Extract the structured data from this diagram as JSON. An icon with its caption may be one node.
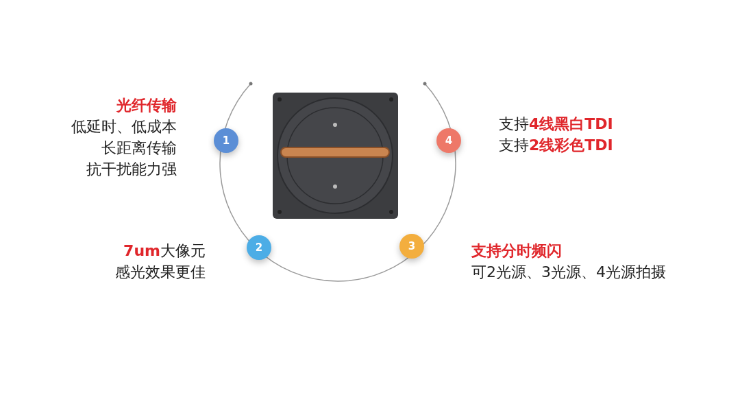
{
  "diagram": {
    "nodes": [
      {
        "text": [
          "1"
        ],
        "beside": [
          "**光纤传输**",
          "低延时、低成本",
          "长距离传输",
          "抗干扰能力强"
        ]
      },
      {
        "text": [
          "2"
        ],
        "beside": [
          "**7um**大像元",
          "感光效果更佳"
        ]
      },
      {
        "text": [
          "3"
        ],
        "beside": [
          "**支持分时频闪**",
          "可2光源、3光源、4光源拍摄"
        ]
      },
      {
        "text": [
          "4"
        ],
        "beside": [
          "支持**4线黑白TDI**",
          "支持**2线彩色TDI**"
        ]
      }
    ]
  }
}
